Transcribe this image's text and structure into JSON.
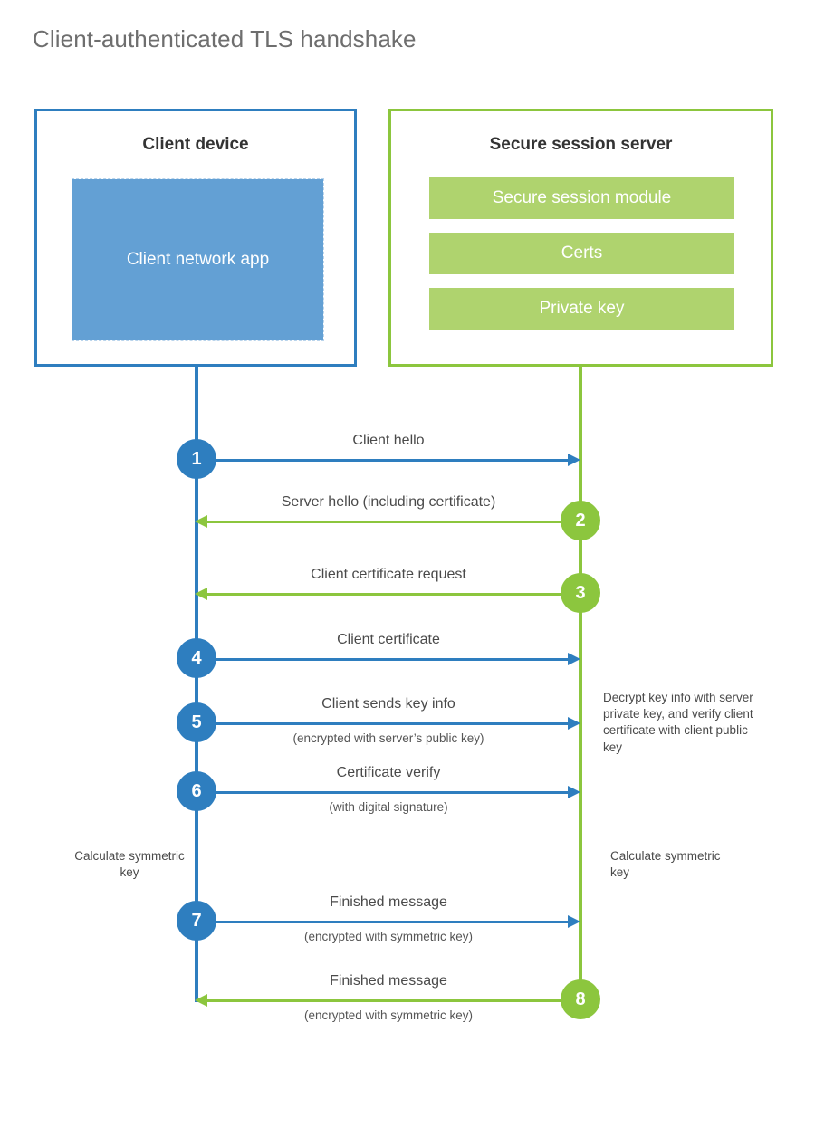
{
  "title": "Client-authenticated TLS handshake",
  "colors": {
    "client_blue": "#2E7EBF",
    "client_app_fill": "#63A0D4",
    "server_green": "#8CC63E",
    "server_block_fill": "#AFD36E",
    "title_gray": "#6e6e6e",
    "text_gray": "#4a4a4a"
  },
  "client": {
    "title": "Client device",
    "app_label": "Client network app"
  },
  "server": {
    "title": "Secure session server",
    "blocks": [
      {
        "label": "Secure session module"
      },
      {
        "label": "Certs"
      },
      {
        "label": "Private key"
      }
    ]
  },
  "messages": [
    {
      "step": "1",
      "direction": "client-to-server",
      "label": "Client hello",
      "sublabel": ""
    },
    {
      "step": "2",
      "direction": "server-to-client",
      "label": "Server hello (including certificate)",
      "sublabel": ""
    },
    {
      "step": "3",
      "direction": "server-to-client",
      "label": "Client certificate request",
      "sublabel": ""
    },
    {
      "step": "4",
      "direction": "client-to-server",
      "label": "Client certificate",
      "sublabel": ""
    },
    {
      "step": "5",
      "direction": "client-to-server",
      "label": "Client sends key info",
      "sublabel": "(encrypted with server’s public key)"
    },
    {
      "step": "6",
      "direction": "client-to-server",
      "label": "Certificate verify",
      "sublabel": "(with digital signature)"
    },
    {
      "step": "7",
      "direction": "client-to-server",
      "label": "Finished message",
      "sublabel": "(encrypted with symmetric key)"
    },
    {
      "step": "8",
      "direction": "server-to-client",
      "label": "Finished message",
      "sublabel": "(encrypted with symmetric key)"
    }
  ],
  "notes": {
    "decrypt": "Decrypt key info with server private key, and verify client certificate with client public key",
    "calculate_client": "Calculate symmetric key",
    "calculate_server": "Calculate symmetric key"
  }
}
